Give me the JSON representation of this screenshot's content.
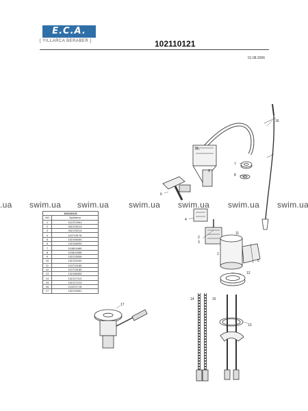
{
  "header": {
    "logo_text": "E.C.A.",
    "logo_subtitle": "[ YILLARCA BERABER ]",
    "doc_number": "102110121",
    "date": "01.08.2006",
    "brand_color": "#2f6fa8"
  },
  "watermark": {
    "items": [
      ".ua",
      "swim.ua",
      "swim.ua",
      "swim.ua",
      "swim.ua",
      "swim.ua",
      "swim.ua"
    ]
  },
  "parts_table": {
    "title": "102110121",
    "col_no": "NO",
    "col_code": "Açıklama",
    "rows": [
      {
        "no": "1",
        "code": "110707691"
      },
      {
        "no": "2",
        "code": "402125213"
      },
      {
        "no": "3",
        "code": "402125214"
      },
      {
        "no": "4",
        "code": "110715176"
      },
      {
        "no": "5",
        "code": "102156030"
      },
      {
        "no": "6",
        "code": "102156039"
      },
      {
        "no": "7",
        "code": "110824469"
      },
      {
        "no": "8",
        "code": "110810356"
      },
      {
        "no": "9",
        "code": "102133036"
      },
      {
        "no": "10",
        "code": "102132100"
      },
      {
        "no": "11",
        "code": "110722185"
      },
      {
        "no": "12",
        "code": "110715185"
      },
      {
        "no": "13",
        "code": "102186305"
      },
      {
        "no": "14",
        "code": "102127212"
      },
      {
        "no": "15",
        "code": "102127213"
      },
      {
        "no": "16",
        "code": "110221718"
      },
      {
        "no": "17",
        "code": "102129001"
      }
    ]
  },
  "callouts": {
    "c1": "1",
    "c2": "2",
    "c3": "3",
    "c4": "4",
    "c5": "5",
    "c6": "6",
    "c7": "7",
    "c8": "8",
    "c9": "9",
    "c10": "10",
    "c11": "11",
    "c12": "12",
    "c13": "13",
    "c14": "14",
    "c15": "15",
    "c16": "16",
    "c17": "17"
  }
}
